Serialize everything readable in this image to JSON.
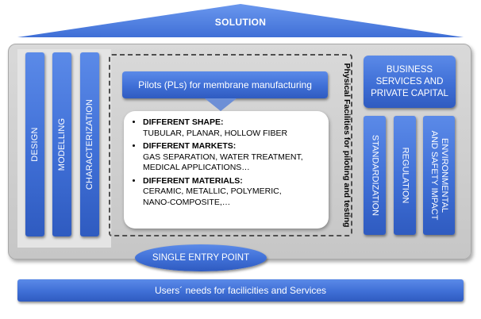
{
  "roof": {
    "label": "SOLUTION"
  },
  "left_pillars": [
    "DESIGN",
    "MODELLING",
    "CHARACTERIZATION"
  ],
  "pilots_box": {
    "label": "Pilots (PLs) for membrane manufacturing"
  },
  "bullets": [
    {
      "head": "DIFFERENT SHAPE:",
      "lines": [
        "TUBULAR, PLANAR, HOLLOW FIBER"
      ]
    },
    {
      "head": "DIFFERENT MARKETS:",
      "lines": [
        "GAS SEPARATION, WATER TREATMENT,",
        "MEDICAL APPLICATIONS…"
      ]
    },
    {
      "head": "DIFFERENT MATERIALS:",
      "lines": [
        "CERAMIC, METALLIC, POLYMERIC,",
        "NANO-COMPOSITE,…"
      ]
    }
  ],
  "physical_label": "Physical Facilities for piloting and testing",
  "business_box": {
    "label": "BUSINESS SERVICES AND PRIVATE CAPITAL"
  },
  "right_pillars": [
    "STANDARDIZATION",
    "REGULATION",
    "ENVIRONMENTAL AND SAFETY IMPACT"
  ],
  "entry": {
    "label": "SINGLE ENTRY POINT"
  },
  "base": {
    "label": "Users´ needs for facilicities and Services"
  },
  "colors": {
    "blue": "#3f6fd6",
    "panel": "#cfcfcf",
    "dashed": "#4f4f4f"
  }
}
